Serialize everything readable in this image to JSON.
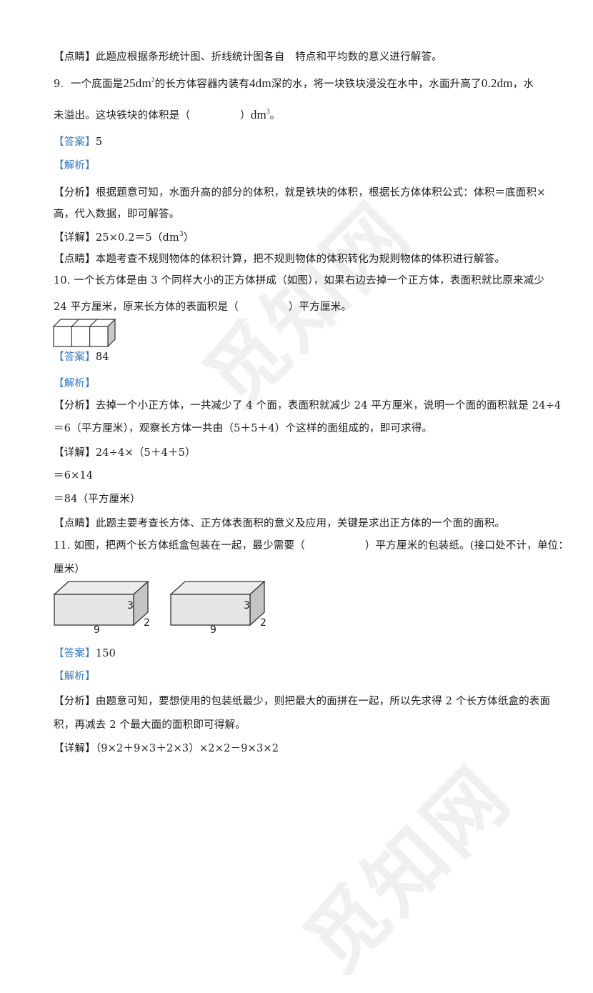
{
  "watermark": "觅知网",
  "colors": {
    "label_blue": "#3a7bbf",
    "text": "#1a1a1a",
    "box_fill": "#e6e6e6",
    "box_side": "#c8c8c8"
  },
  "q8_tail": {
    "comment": "【点睛】此题应根据条形统计图、折线统计图各自　特点和平均数的意义进行解答。"
  },
  "q9": {
    "number": "9.",
    "stem_l1_a": "一个底面是",
    "area": "25dm",
    "area_exp": "2",
    "stem_l1_b": "的长方体容器内装有",
    "depth": "4dm",
    "stem_l1_c": "深的水，将一块铁块浸没在水中，水面升高了",
    "rise": "0.2dm",
    "stem_l1_d": "，水",
    "stem_l2_a": "未溢出。这块铁块的体积是（",
    "stem_l2_b": "）",
    "unit": "dm",
    "unit_exp": "3",
    "stem_l2_c": "。",
    "answer_label": "【答案】",
    "answer": "5",
    "analysis_label": "【解析】",
    "fenxi_label": "【分析】",
    "fenxi_l1": "根据题意可知，水面升高的部分的体积，就是铁块的体积，根据长方体体积公式：体积＝底面积×",
    "fenxi_l2": "高，代入数据，即可解答。",
    "xiangjie_label": "【详解】",
    "xiangjie": "25×0.2＝5（dm",
    "xiangjie_exp": "3",
    "xiangjie_end": "）",
    "dianjing_label": "【点睛】",
    "dianjing": "本题考查不规则物体的体积计算，把不规则物体的体积转化为规则物体的体积进行解答。"
  },
  "q10": {
    "number": "10.",
    "stem_l1": "一个长方体是由 3 个同样大小的正方体拼成（如图），如果右边去掉一个正方体，表面积就比原来减少",
    "stem_l2_a": "24 平方厘米，原来长方体的表面积是（",
    "stem_l2_b": "）平方厘米。",
    "answer_label": "【答案】",
    "answer": "84",
    "analysis_label": "【解析】",
    "fenxi_label": "【分析】",
    "fenxi_l1": "去掉一个小正方体，一共减少了 4 个面，表面积就减少 24 平方厘米，说明一个面的面积就是 24÷4",
    "fenxi_l2": "＝6（平方厘米），观察长方体一共由（5＋5＋4）个这样的面组成的，即可求得。",
    "xiangjie_label": "【详解】",
    "xiangjie_l1": "24÷4×（5＋4＋5）",
    "xiangjie_l2": "＝6×14",
    "xiangjie_l3": "＝84（平方厘米）",
    "dianjing_label": "【点睛】",
    "dianjing": "此题主要考查长方体、正方体表面积的意义及应用，关键是求出正方体的一个面的面积。"
  },
  "q11": {
    "number": "11.",
    "stem_l1_a": "如图，把两个长方体纸盒包装在一起，最少需要（",
    "stem_l1_b": "）平方厘米的包装纸。(接口处不计，单位：",
    "stem_l2": "厘米）",
    "box_length": "9",
    "box_height": "3",
    "box_width": "2",
    "answer_label": "【答案】",
    "answer": "150",
    "analysis_label": "【解析】",
    "fenxi_label": "【分析】",
    "fenxi_l1": "由题意可知，要想使用的包装纸最少，则把最大的面拼在一起，所以先求得 2 个长方体纸盒的表面",
    "fenxi_l2": "积，再减去 2 个最大面的面积即可得解。",
    "xiangjie_label": "【详解】",
    "xiangjie": "（9×2＋9×3＋2×3）×2×2－9×3×2"
  }
}
